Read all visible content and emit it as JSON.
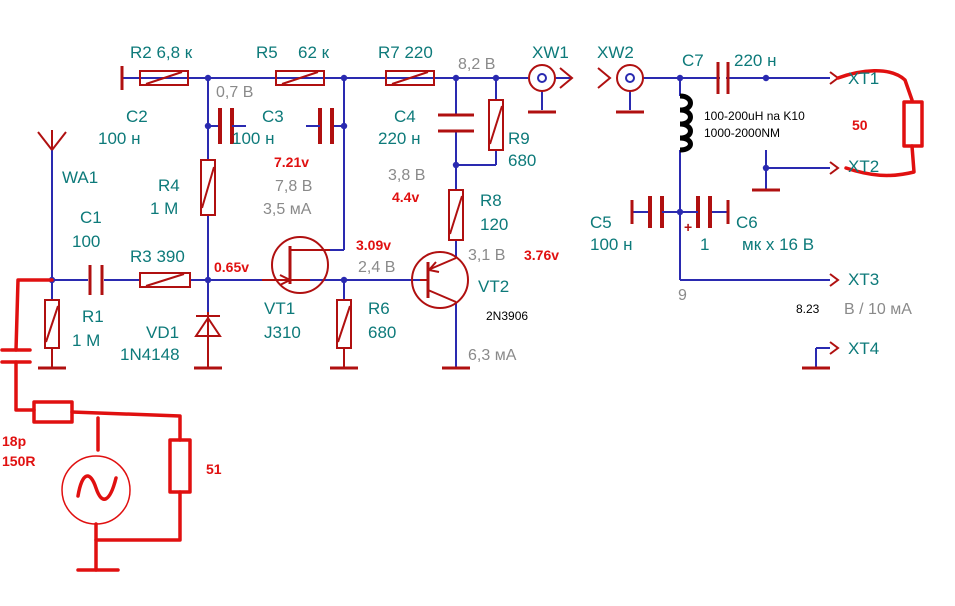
{
  "diagram": {
    "components": {
      "r2": "R2 6,8 к",
      "r5": "R5",
      "r5_val": "62 к",
      "r7": "R7 220",
      "c2": "C2",
      "c2_val": "100 н",
      "c3": "C3",
      "c3_val": "100 н",
      "c4": "C4",
      "c4_val": "220 н",
      "r9": "R9",
      "r9_val": "680",
      "r4": "R4",
      "r4_val": "1 M",
      "r8": "R8",
      "r8_val": "120",
      "wa1": "WA1",
      "c1": "C1",
      "c1_val": "100",
      "r3": "R3 390",
      "r1": "R1",
      "r1_val": "1 M",
      "vd1": "VD1",
      "vd1_val": "1N4148",
      "vt1": "VT1",
      "vt1_val": "J310",
      "r6": "R6",
      "r6_val": "680",
      "vt2": "VT2",
      "vt2_val": "2N3906",
      "xw1": "XW1",
      "xw2": "XW2",
      "c7": "C7",
      "c7_val": "220 н",
      "c5": "C5",
      "c5_val": "100 н",
      "c6": "C6",
      "c6_val": "1",
      "c6_unit": "мк x 16 В",
      "xt1": "XT1",
      "xt2": "XT2",
      "xt3": "XT3",
      "xt4": "XT4"
    },
    "measurements": {
      "v_07": "0,7 В",
      "v_82": "8,2 В",
      "v_78": "7,8 В",
      "i_35": "3,5 мА",
      "v_38": "3,8 В",
      "v_24": "2,4 В",
      "v_31": "3,1 В",
      "i_63": "6,3 мА",
      "supply": "В / 10 мА",
      "supply_partial": "9"
    },
    "annotations": {
      "v_721": "7.21v",
      "v_44": "4.4v",
      "v_065": "0.65v",
      "v_309": "3.09v",
      "v_376": "3.76v",
      "load_50": "50",
      "cap_18p": "18p",
      "res_150r": "150R",
      "res_51": "51",
      "supply_823": "8.23",
      "inductor_1": "100-200uH na K10",
      "inductor_2": "1000-2000NM"
    }
  }
}
